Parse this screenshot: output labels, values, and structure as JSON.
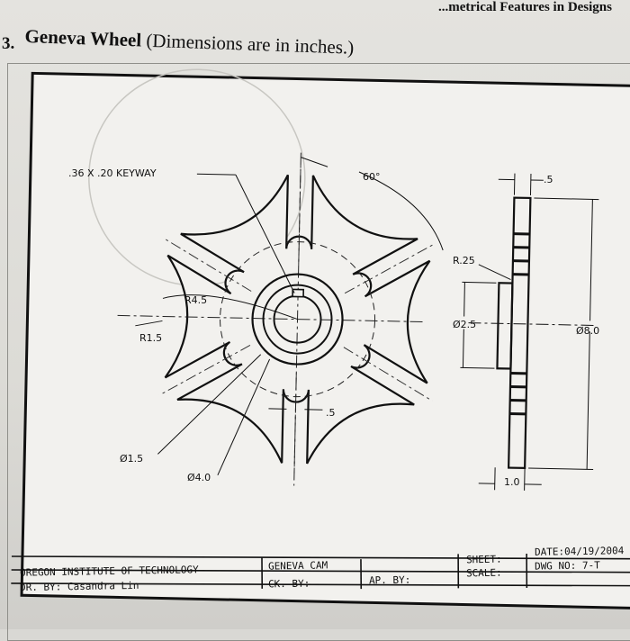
{
  "header": {
    "running_title": "...metrical Features in Designs"
  },
  "question": {
    "number": "3.",
    "title_bold": "Geneva Wheel",
    "title_rest": " (Dimensions are in inches.)"
  },
  "drawing": {
    "keyway_label": ".36 X .20 KEYWAY",
    "angle_label": "60°",
    "dim_r45": "R4.5",
    "dim_r15": "R1.5",
    "dim_d15": "Ø1.5",
    "dim_d40": "Ø4.0",
    "dim_slot": ".5",
    "dim_r25": "R.25",
    "dim_d25": "Ø2.5",
    "dim_d80": "Ø8.0",
    "dim_top_width": ".5",
    "dim_thickness": "1.0"
  },
  "title_block": {
    "institute": "OREGON INSTITUTE OF TECHNOLOGY",
    "part_name": "GENEVA CAM",
    "drawn_by": "DR. BY: Casandra Lin",
    "checked_by": "CK. BY:",
    "approved_by": "AP. BY:",
    "sheet": "SHEET:",
    "scale": "SCALE:",
    "date": "DATE:04/19/2004",
    "dwg_no": "DWG NO: 7-T"
  }
}
